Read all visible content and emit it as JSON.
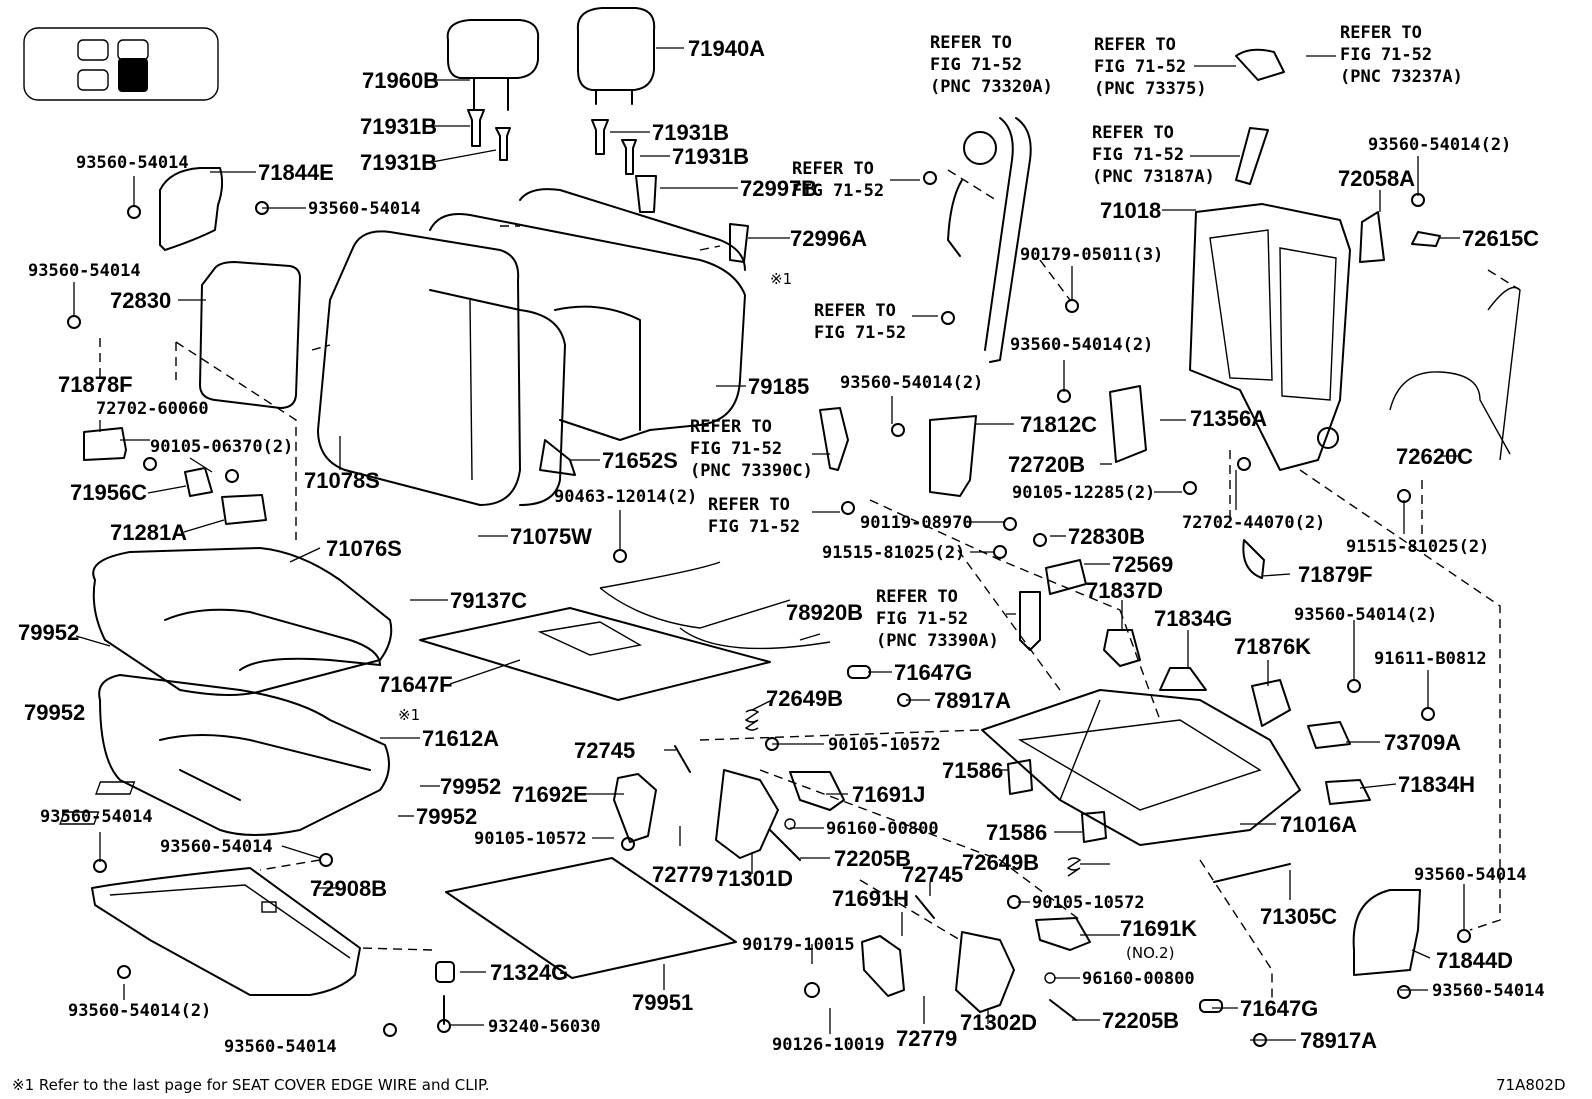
{
  "labels": {
    "l71960B": "71960B",
    "l71940A": "71940A",
    "l71931B_a": "71931B",
    "l71931B_b": "71931B",
    "l71931B_c": "71931B",
    "l71931B_d": "71931B",
    "l72997B": "72997B",
    "l72996A": "72996A",
    "l93560_a": "93560-54014",
    "l71844E": "71844E",
    "l93560_b": "93560-54014",
    "l93560_c": "93560-54014",
    "l72830": "72830",
    "l71878F": "71878F",
    "l72702_60060": "72702-60060",
    "l90105_06370": "90105-06370(2)",
    "l71956C": "71956C",
    "l71281A": "71281A",
    "l71078S": "71078S",
    "l71076S": "71076S",
    "l71075W": "71075W",
    "l79185": "79185",
    "l71652S": "71652S",
    "l90463": "90463-12014(2)",
    "l79137C": "79137C",
    "l79952_a": "79952",
    "l79952_b": "79952",
    "l79952_c": "79952",
    "l79952_d": "79952",
    "l71647F": "71647F",
    "l71612A": "71612A",
    "l93560_d": "93560-54014",
    "l93560_e": "93560-54014",
    "l72908B": "72908B",
    "l93560_f": "93560-54014(2)",
    "l93560_g": "93560-54014",
    "l71324G": "71324G",
    "l93240": "93240-56030",
    "l79951": "79951",
    "l78920B": "78920B",
    "l71647G_a": "71647G",
    "l78917A_a": "78917A",
    "l72649B_a": "72649B",
    "l90105_10572_a": "90105-10572",
    "l72745_a": "72745",
    "l71692E": "71692E",
    "l71691J": "71691J",
    "l96160_a": "96160-00800",
    "l90105_10572_b": "90105-10572",
    "l72779_a": "72779",
    "l71301D": "71301D",
    "l72205B_a": "72205B",
    "l71691H": "71691H",
    "l72745_b": "72745",
    "l90105_10572_c": "90105-10572",
    "l71691K": "71691K",
    "l71691K_no": "(NO.2)",
    "l90179_10015": "90179-10015",
    "l96160_b": "96160-00800",
    "l72779_b": "72779",
    "l71302D": "71302D",
    "l72205B_b": "72205B",
    "l90126": "90126-10019",
    "l71647G_b": "71647G",
    "l78917A_b": "78917A",
    "l72649B_b": "72649B",
    "l71586_a": "71586",
    "l71586_b": "71586",
    "l71016A": "71016A",
    "l71305C": "71305C",
    "l93560_h": "93560-54014",
    "l71844D": "71844D",
    "l93560_i": "93560-54014",
    "l71834H": "71834H",
    "l73709A": "73709A",
    "l91611": "91611-B0812",
    "l71876K": "71876K",
    "l93560_j": "93560-54014(2)",
    "l71834G": "71834G",
    "l71837D": "71837D",
    "l72569": "72569",
    "l72830B": "72830B",
    "l91515_a": "91515-81025(2)",
    "l90119": "90119-08970",
    "l71879F": "71879F",
    "l91515_b": "91515-81025(2)",
    "l72702_44070": "72702-44070(2)",
    "l90105_12285": "90105-12285(2)",
    "l72720B": "72720B",
    "l71812C": "71812C",
    "l71356A": "71356A",
    "l93560_k": "93560-54014(2)",
    "l93560_l": "93560-54014(2)",
    "l90179_05011": "90179-05011(3)",
    "l71018": "71018",
    "l72058A": "72058A",
    "l93560_m": "93560-54014(2)",
    "l72615C": "72615C",
    "l72620C": "72620C",
    "ref1_1": "REFER TO",
    "ref1_2": "FIG 71-52",
    "ref1_3": "(PNC 73320A)",
    "ref2_1": "REFER TO",
    "ref2_2": "FIG 71-52",
    "ref2_3": "(PNC 73375)",
    "ref3_1": "REFER TO",
    "ref3_2": "FIG 71-52",
    "ref3_3": "(PNC 73237A)",
    "ref4_1": "REFER TO",
    "ref4_2": "FIG 71-52",
    "ref4_3": "(PNC 73187A)",
    "ref5_1": "REFER TO",
    "ref5_2": "FIG 71-52",
    "ref6_1": "REFER TO",
    "ref6_2": "FIG 71-52",
    "ref7_1": "REFER TO",
    "ref7_2": "FIG 71-52",
    "ref7_3": "(PNC 73390C)",
    "ref8_1": "REFER TO",
    "ref8_2": "FIG 71-52",
    "ref9_1": "REFER TO",
    "ref9_2": "FIG 71-52",
    "ref9_3": "(PNC 73390A)",
    "star1": "※1",
    "star2": "※1"
  },
  "footnote": "※1 Refer to the last page for SEAT COVER EDGE WIRE and CLIP.",
  "diagram_code": "71A802D"
}
